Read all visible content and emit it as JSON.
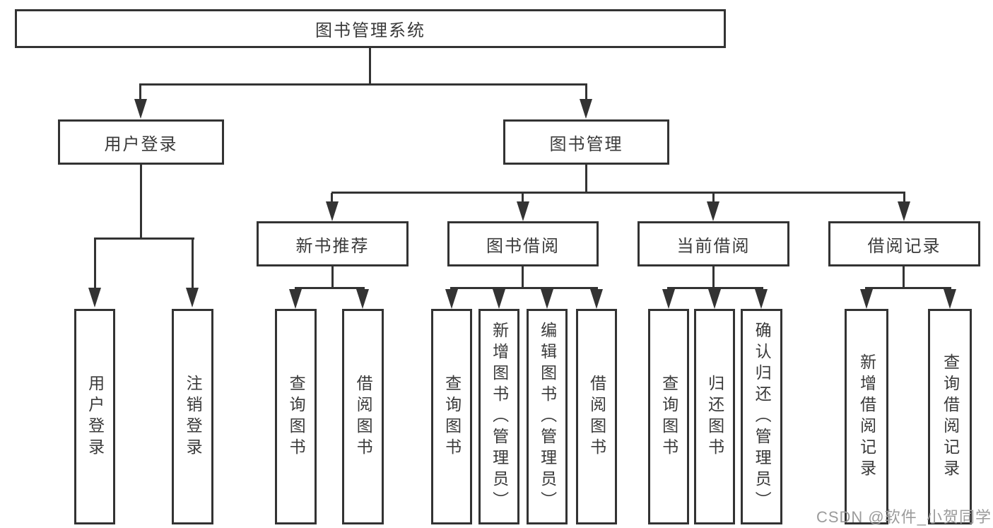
{
  "tree": {
    "root": {
      "label": "图书管理系统"
    },
    "branches": [
      {
        "label": "用户登录",
        "children": [
          {
            "label": "用户登录"
          },
          {
            "label": "注销登录"
          }
        ]
      },
      {
        "label": "图书管理",
        "children": [
          {
            "label": "新书推荐",
            "children": [
              {
                "label": "查询图书"
              },
              {
                "label": "借阅图书"
              }
            ]
          },
          {
            "label": "图书借阅",
            "children": [
              {
                "label": "查询图书"
              },
              {
                "label": "新增图书（管理员）"
              },
              {
                "label": "编辑图书（管理员）"
              },
              {
                "label": "借阅图书"
              }
            ]
          },
          {
            "label": "当前借阅",
            "children": [
              {
                "label": "查询图书"
              },
              {
                "label": "归还图书"
              },
              {
                "label": "确认归还（管理员）"
              }
            ]
          },
          {
            "label": "借阅记录",
            "children": [
              {
                "label": "新增借阅记录"
              },
              {
                "label": "查询借阅记录"
              }
            ]
          }
        ]
      }
    ]
  },
  "watermark": {
    "text": "CSDN @软件_小贺同学"
  },
  "colors": {
    "line": "#333333",
    "text": "#3a3a3a",
    "watermark": "#9b9b9b",
    "background": "#ffffff"
  }
}
